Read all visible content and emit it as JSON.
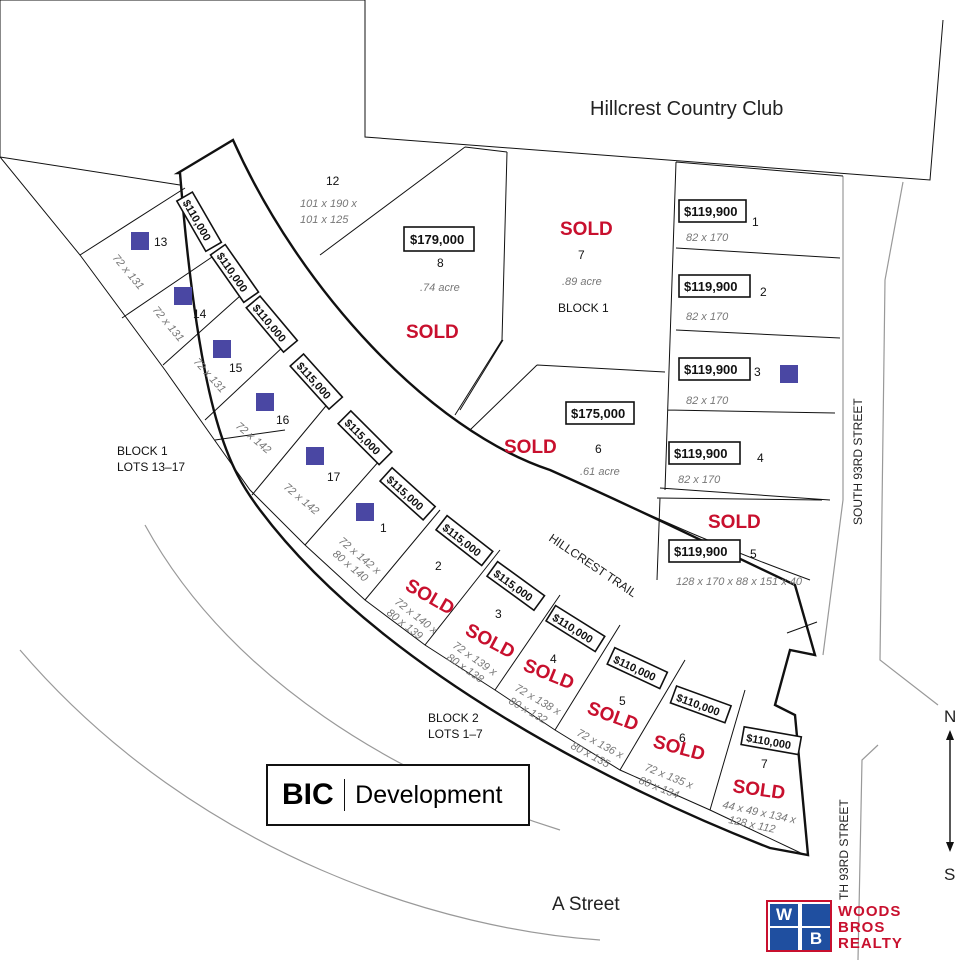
{
  "labels": {
    "country_club": "Hillcrest Country Club",
    "hillcrest_trail": "HILLCREST   TRAIL",
    "south_93rd_upper": "SOUTH   93RD   STREET",
    "south_93rd_lower": "TH   93RD   STREET",
    "a_street": "A Street",
    "block1_main": "BLOCK 1",
    "block1_lots_title": "BLOCK 1",
    "block1_lots_range": "LOTS 13–17",
    "block2_title": "BLOCK 2",
    "block2_range": "LOTS 1–7",
    "sold": "SOLD",
    "north": "N",
    "south": "S"
  },
  "developer": {
    "name_bold": "BIC",
    "name_rest": "Development"
  },
  "realtor": {
    "line1": "WOODS",
    "line2": "BROS",
    "line3": "REALTY",
    "mark_w": "W",
    "mark_b": "B"
  },
  "lots": {
    "b1_1": {
      "num": "1",
      "price": "$119,900",
      "dims": "82 x 170"
    },
    "b1_2": {
      "num": "2",
      "price": "$119,900",
      "dims": "82 x 170"
    },
    "b1_3": {
      "num": "3",
      "price": "$119,900",
      "dims": "82 x 170"
    },
    "b1_4": {
      "num": "4",
      "price": "$119,900",
      "dims": "82 x 170"
    },
    "b1_5": {
      "num": "5",
      "price": "$119,900",
      "dims": "128 x 170 x 88 x 151 x 40"
    },
    "b1_6": {
      "num": "6",
      "price": "$175,000",
      "dims": ".61 acre"
    },
    "b1_7": {
      "num": "7",
      "dims": ".89 acre"
    },
    "b1_8": {
      "num": "8",
      "price": "$179,000",
      "dims": ".74 acre"
    },
    "b1_12": {
      "num": "12",
      "dims1": "101 x 190 x",
      "dims2": "101 x 125"
    },
    "b1_13": {
      "num": "13",
      "price": "$110,000",
      "dims": "72 x 131"
    },
    "b1_14": {
      "num": "14",
      "price": "$110,000",
      "dims": "72 x 131"
    },
    "b1_15": {
      "num": "15",
      "price": "$110,000",
      "dims": "72 x 131"
    },
    "b1_16": {
      "num": "16",
      "price": "$115,000",
      "dims": "72 x 142"
    },
    "b1_17": {
      "num": "17",
      "price": "$115,000",
      "dims": "72 x 142"
    },
    "b2_1": {
      "num": "1",
      "price": "$115,000",
      "dims1": "72 x 142 x",
      "dims2": "80 x 140"
    },
    "b2_2": {
      "num": "2",
      "price": "$115,000",
      "dims1": "72 x 140 x",
      "dims2": "80 x 139"
    },
    "b2_3": {
      "num": "3",
      "price": "$115,000",
      "dims1": "72 x 139 x",
      "dims2": "80 x 138"
    },
    "b2_4": {
      "num": "4",
      "price": "$110,000",
      "dims1": "72 x 138 x",
      "dims2": "80 x 132"
    },
    "b2_5": {
      "num": "5",
      "price": "$110,000",
      "dims1": "72 x 136 x",
      "dims2": "80 x 135"
    },
    "b2_6": {
      "num": "6",
      "price": "$110,000",
      "dims1": "72 x 135 x",
      "dims2": "80 x 134"
    },
    "b2_7": {
      "num": "7",
      "price": "$110,000",
      "dims1": "44 x 49 x 134 x",
      "dims2": "128 x 112"
    }
  },
  "colors": {
    "sold": "#c8102e",
    "badge": "#4a47a3",
    "realtor_blue": "#1f4fa0"
  }
}
